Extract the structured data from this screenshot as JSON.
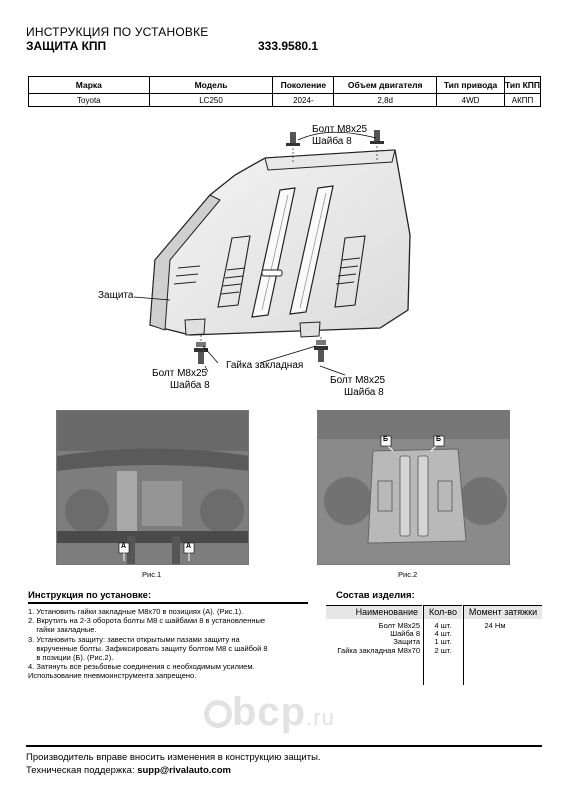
{
  "header": {
    "line1": "ИНСТРУКЦИЯ ПО УСТАНОВКЕ",
    "line2": "ЗАЩИТА КПП",
    "code": "333.9580.1"
  },
  "spec_table": {
    "headers": [
      "Марка",
      "Модель",
      "Поколение",
      "Объем двигателя",
      "Тип привода",
      "Тип КПП"
    ],
    "row": [
      "Toyota",
      "LC250",
      "2024-",
      "2,8d",
      "4WD",
      "АКПП"
    ]
  },
  "diagram": {
    "callout_top_bolt": "Болт М8х25",
    "callout_top_washer": "Шайба 8",
    "callout_shield": "Защита",
    "callout_left_bolt": "Болт М8х25",
    "callout_left_washer": "Шайба 8",
    "callout_nut": "Гайка закладная",
    "callout_right_bolt": "Болт М8х25",
    "callout_right_washer": "Шайба 8"
  },
  "figures": {
    "fig1": "Рис.1",
    "fig2": "Рис.2",
    "marker_a": "А",
    "marker_b": "Б"
  },
  "instructions": {
    "title": "Инструкция по установке:",
    "lines": [
      "1. Установить гайки закладные М8х70 в позициях (А). (Рис.1).",
      "2. Вкрутить на 2-3 оборота болты М8 с шайбами 8 в установленные",
      "    гайки закладные.",
      "3. Установить защиту: завести открытыми пазами защиту на",
      "    вкрученные болты. Зафиксировать защиту болтом М8 с шайбой 8",
      "    в позиции (Б). (Рис.2).",
      "4. Затянуть все резьбовые соединения с необходимым усилием.",
      "Использование пневмоинструмента запрещено."
    ]
  },
  "components": {
    "title": "Состав изделия:",
    "headers": [
      "Наименование",
      "Кол-во",
      "Момент затяжки"
    ],
    "rows": [
      {
        "name": "Болт М8х25",
        "qty": "4 шт.",
        "torque": "24 Нм"
      },
      {
        "name": "Шайба 8",
        "qty": "4 шт.",
        "torque": ""
      },
      {
        "name": "Защита",
        "qty": "1 шт.",
        "torque": ""
      },
      {
        "name": "Гайка закладная М8х70",
        "qty": "2 шт.",
        "torque": ""
      }
    ]
  },
  "watermark": {
    "text": "bcp",
    "suffix": ".ru"
  },
  "footer": {
    "notice": "Производитель вправе вносить изменения в конструкцию защиты.",
    "support_label": "Техническая поддержка: ",
    "support_email": "supp@rivalauto.com"
  }
}
